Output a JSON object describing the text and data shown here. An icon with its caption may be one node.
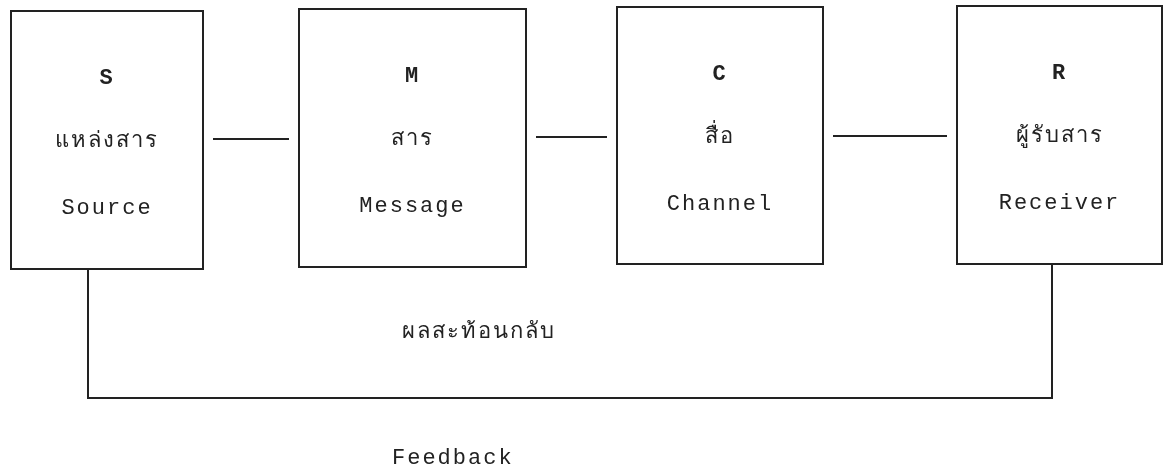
{
  "diagram": {
    "nodes": [
      {
        "text": [
          "S",
          "แหล่งสาร",
          "Source"
        ]
      },
      {
        "text": [
          "M",
          "สาร",
          "Message"
        ]
      },
      {
        "text": [
          "C",
          "สื่อ",
          "Channel"
        ]
      },
      {
        "text": [
          "R",
          "ผู้รับสาร",
          "Receiver"
        ]
      }
    ],
    "edges": [
      {
        "from": 0,
        "to": 1,
        "arrow": "none"
      },
      {
        "from": 1,
        "to": 2,
        "arrow": "none"
      },
      {
        "from": 2,
        "to": 3,
        "arrow": "none"
      },
      {
        "from": 3,
        "to": 0,
        "arrow": "none",
        "label": "ผลสะท้อนกลับ"
      }
    ],
    "labels": [
      "Feedback"
    ]
  }
}
